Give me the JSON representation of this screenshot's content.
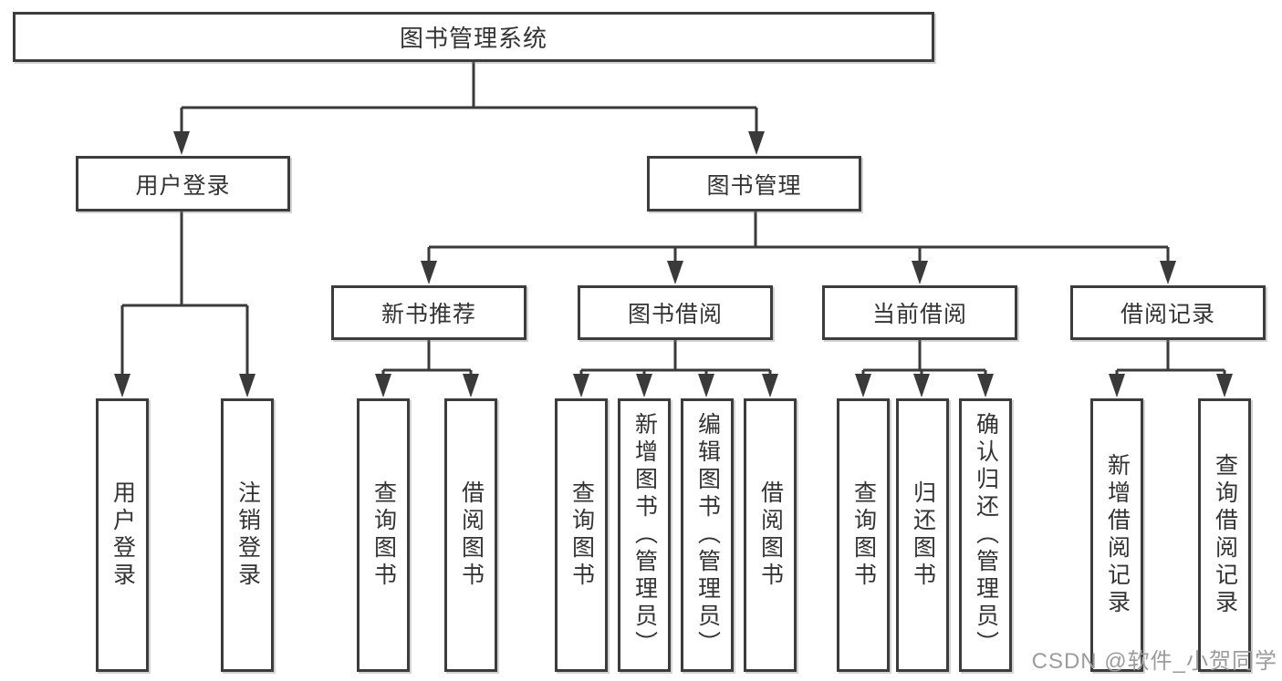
{
  "diagram": {
    "tree": {
      "label": "图书管理系统",
      "children": [
        {
          "label": "用户登录",
          "children": [
            {
              "label": "用户登录"
            },
            {
              "label": "注销登录"
            }
          ]
        },
        {
          "label": "图书管理",
          "children": [
            {
              "label": "新书推荐",
              "children": [
                {
                  "label": "查询图书"
                },
                {
                  "label": "借阅图书"
                }
              ]
            },
            {
              "label": "图书借阅",
              "children": [
                {
                  "label": "查询图书"
                },
                {
                  "label": "新增图书（管理员）"
                },
                {
                  "label": "编辑图书（管理员）"
                },
                {
                  "label": "借阅图书"
                }
              ]
            },
            {
              "label": "当前借阅",
              "children": [
                {
                  "label": "查询图书"
                },
                {
                  "label": "归还图书"
                },
                {
                  "label": "确认归还（管理员）"
                }
              ]
            },
            {
              "label": "借阅记录",
              "children": [
                {
                  "label": "新增借阅记录"
                },
                {
                  "label": "查询借阅记录"
                }
              ]
            }
          ]
        }
      ]
    },
    "colors": {
      "line": "#3a3a3a",
      "box_border": "#3c3c3c",
      "text": "#333333",
      "background": "#ffffff",
      "watermark": "#9c9c9c"
    },
    "watermark": "CSDN @软件_小贺同学"
  }
}
